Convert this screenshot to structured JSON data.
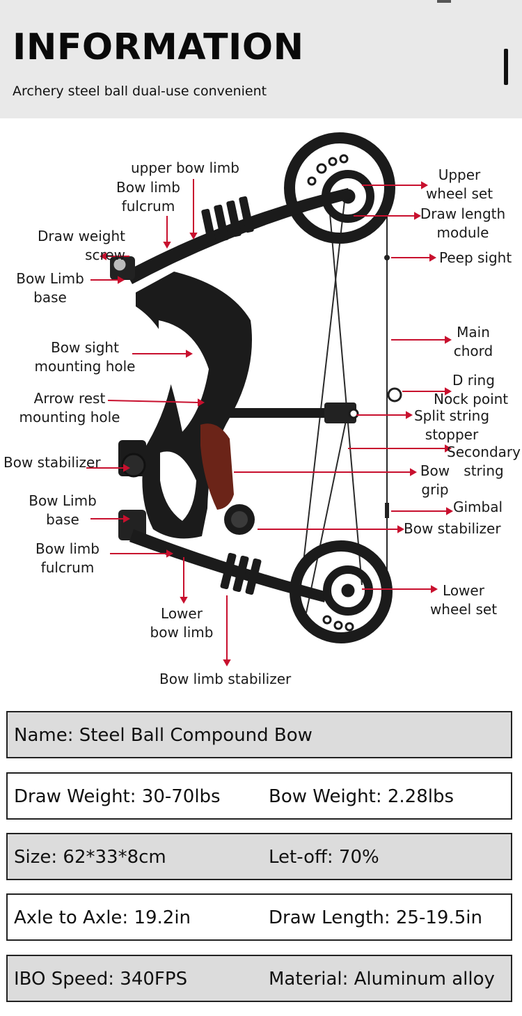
{
  "header": {
    "title": "INFORMATION",
    "subtitle": "Archery steel ball dual-use convenient"
  },
  "colors": {
    "leader_line": "#c8102e",
    "bow_body": "#1b1b1b",
    "grip": "#6b2418",
    "header_bg": "#e9e9e9",
    "spec_shaded": "#dcdcdc"
  },
  "labels": {
    "upper_bow_limb": "upper bow limb",
    "bow_limb_fulcrum_top_1": "Bow limb",
    "bow_limb_fulcrum_top_2": "fulcrum",
    "draw_weight_screw_1": "Draw weight",
    "draw_weight_screw_2": "screw",
    "bow_limb_base_top_1": "Bow Limb",
    "bow_limb_base_top_2": "base",
    "bow_sight_hole_1": "Bow sight",
    "bow_sight_hole_2": "mounting hole",
    "arrow_rest_hole_1": "Arrow rest",
    "arrow_rest_hole_2": "mounting hole",
    "bow_stabilizer_left": "Bow stabilizer",
    "bow_limb_base_bottom_1": "Bow Limb",
    "bow_limb_base_bottom_2": "base",
    "bow_limb_fulcrum_bottom_1": "Bow limb",
    "bow_limb_fulcrum_bottom_2": "fulcrum",
    "lower_bow_limb_1": "Lower",
    "lower_bow_limb_2": "bow limb",
    "bow_limb_stabilizer": "Bow limb stabilizer",
    "upper_wheel_set_1": "Upper",
    "upper_wheel_set_2": "wheel set",
    "draw_length_module_1": "Draw length",
    "draw_length_module_2": "module",
    "peep_sight": "Peep sight",
    "main_chord_1": "Main",
    "main_chord_2": "chord",
    "d_ring": "D ring",
    "nock_point": "Nock point",
    "split_string_stopper_1": "Split string",
    "split_string_stopper_2": "stopper",
    "secondary_string_1": "Secondary",
    "secondary_string_2": "string",
    "bow_grip_1": "Bow",
    "bow_grip_2": "grip",
    "gimbal": "Gimbal",
    "bow_stabilizer_right": "Bow stabilizer",
    "lower_wheel_set_1": "Lower",
    "lower_wheel_set_2": "wheel set"
  },
  "specs": {
    "name": "Name: Steel Ball Compound  Bow",
    "draw_weight": "Draw Weight: 30-70lbs",
    "bow_weight": "Bow Weight: 2.28lbs",
    "size": "Size: 62*33*8cm",
    "let_off": "Let-off: 70%",
    "axle_to_axle": "Axle to Axle: 19.2in",
    "draw_length": "Draw Length: 25-19.5in",
    "ibo_speed": "IBO Speed: 340FPS",
    "material": "Material: Aluminum alloy"
  }
}
